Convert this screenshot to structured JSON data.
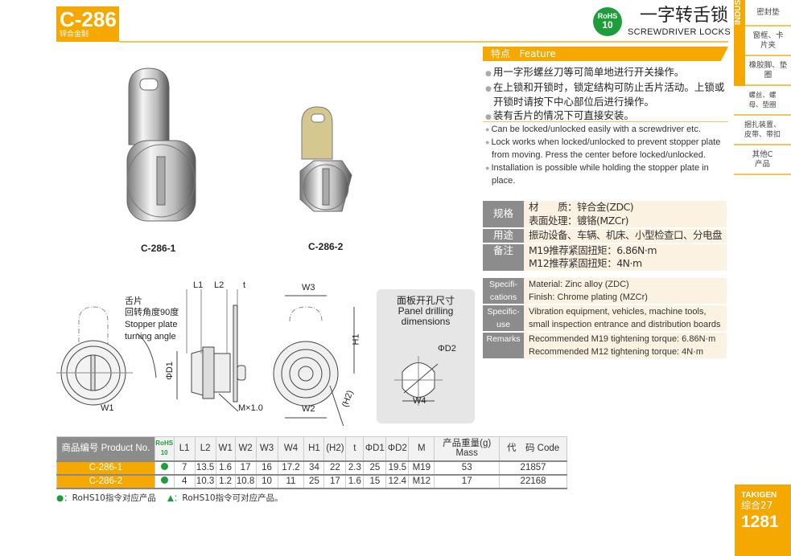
{
  "header": {
    "code": "C-286",
    "material": "锌合金制",
    "rohs_top": "RoHS",
    "rohs_num": "10",
    "title_cn": "一字转舌锁",
    "title_en": "SCREWDRIVER LOCKS"
  },
  "sidebar": {
    "tab": "INDUS",
    "items": [
      "密封垫",
      "窗框、卡片夹",
      "橡胶脚、垫圈",
      "螺丝、螺母、垫圈",
      "捆扎装置、皮带、带扣",
      "其他C产品"
    ]
  },
  "feature": {
    "label_cn": "特点",
    "label_en": "Feature",
    "cn": [
      "用一字形螺丝刀等可简单地进行开关操作。",
      "在上锁和开锁时，锁定结构可防止舌片活动。上锁或开锁时请按下中心部位后进行操作。",
      "装有舌片的情况下可直接安装。"
    ],
    "en": [
      "Can be locked/unlocked easily with a screwdriver etc.",
      "Lock works when locked/unlocked to prevent stopper plate from moving. Press the center before locked/unlocked.",
      "Installation is possible while holding the stopper plate in place."
    ]
  },
  "spec_cn": [
    {
      "label": "规格",
      "lines": [
        "材　　质：锌合金(ZDC)",
        "表面处理：镀铬(MZCr)"
      ]
    },
    {
      "label": "用途",
      "lines": [
        "振动设备、车辆、机床、小型检查口、分电盘"
      ]
    },
    {
      "label": "备注",
      "lines": [
        "M19推荐紧固扭矩：6.86N·m",
        "M12推荐紧固扭矩：4N·m"
      ]
    }
  ],
  "spec_en": [
    {
      "label": "Specifi-cations",
      "lines": [
        "Material: Zinc alloy (ZDC)",
        "Finish: Chrome plating (MZCr)"
      ]
    },
    {
      "label": "Specific-use",
      "lines": [
        "Vibration equipment, vehicles, machine tools, small inspection entrance and distribution boards"
      ]
    },
    {
      "label": "Remarks",
      "lines": [
        "Recommended M19 tightening torque: 6.86N·m",
        "Recommended M12 tightening torque: 4N·m"
      ]
    }
  ],
  "photos": [
    "C-286-1",
    "C-286-2"
  ],
  "drawing": {
    "tongue_cn": "舌片",
    "angle_cn": "回转角度90度",
    "stopper_en": "Stopper plate",
    "turning_en": "turning angle",
    "L1": "L1",
    "L2": "L2",
    "t": "t",
    "W1": "W1",
    "W2": "W2",
    "W3": "W3",
    "W4": "W4",
    "H1": "H1",
    "H2": "(H2)",
    "D1": "ΦD1",
    "D2": "ΦD2",
    "thread": "M×1.0",
    "panel_cn": "面板开孔尺寸",
    "panel_en1": "Panel drilling",
    "panel_en2": "dimensions"
  },
  "table": {
    "headers": [
      "商品编号 Product No.",
      "RoHS 10",
      "L1",
      "L2",
      "W1",
      "W2",
      "W3",
      "W4",
      "H1",
      "(H2)",
      "t",
      "ΦD1",
      "ΦD2",
      "M",
      "产品重量(g) Mass",
      "代　码 Code"
    ],
    "rows": [
      [
        "C-286-1",
        "●",
        "7",
        "13.5",
        "1.6",
        "17",
        "16",
        "17.2",
        "34",
        "22",
        "2.3",
        "25",
        "19.5",
        "M19",
        "53",
        "21857"
      ],
      [
        "C-286-2",
        "●",
        "4",
        "10.3",
        "1.2",
        "10.8",
        "10",
        "11",
        "25",
        "17",
        "1.6",
        "15",
        "12.4",
        "M12",
        "17",
        "22168"
      ]
    ]
  },
  "legend": {
    "circle": "●：RoHS10指令对应产品",
    "triangle": "▲：RoHS10指令可对应产品。"
  },
  "footer": {
    "brand": "TAKIGEN",
    "catalog": "综合27",
    "page": "1281"
  },
  "colors": {
    "accent": "#f5a800",
    "rohs_green": "#1e9e3a",
    "label_gray": "#8c8c8c"
  }
}
